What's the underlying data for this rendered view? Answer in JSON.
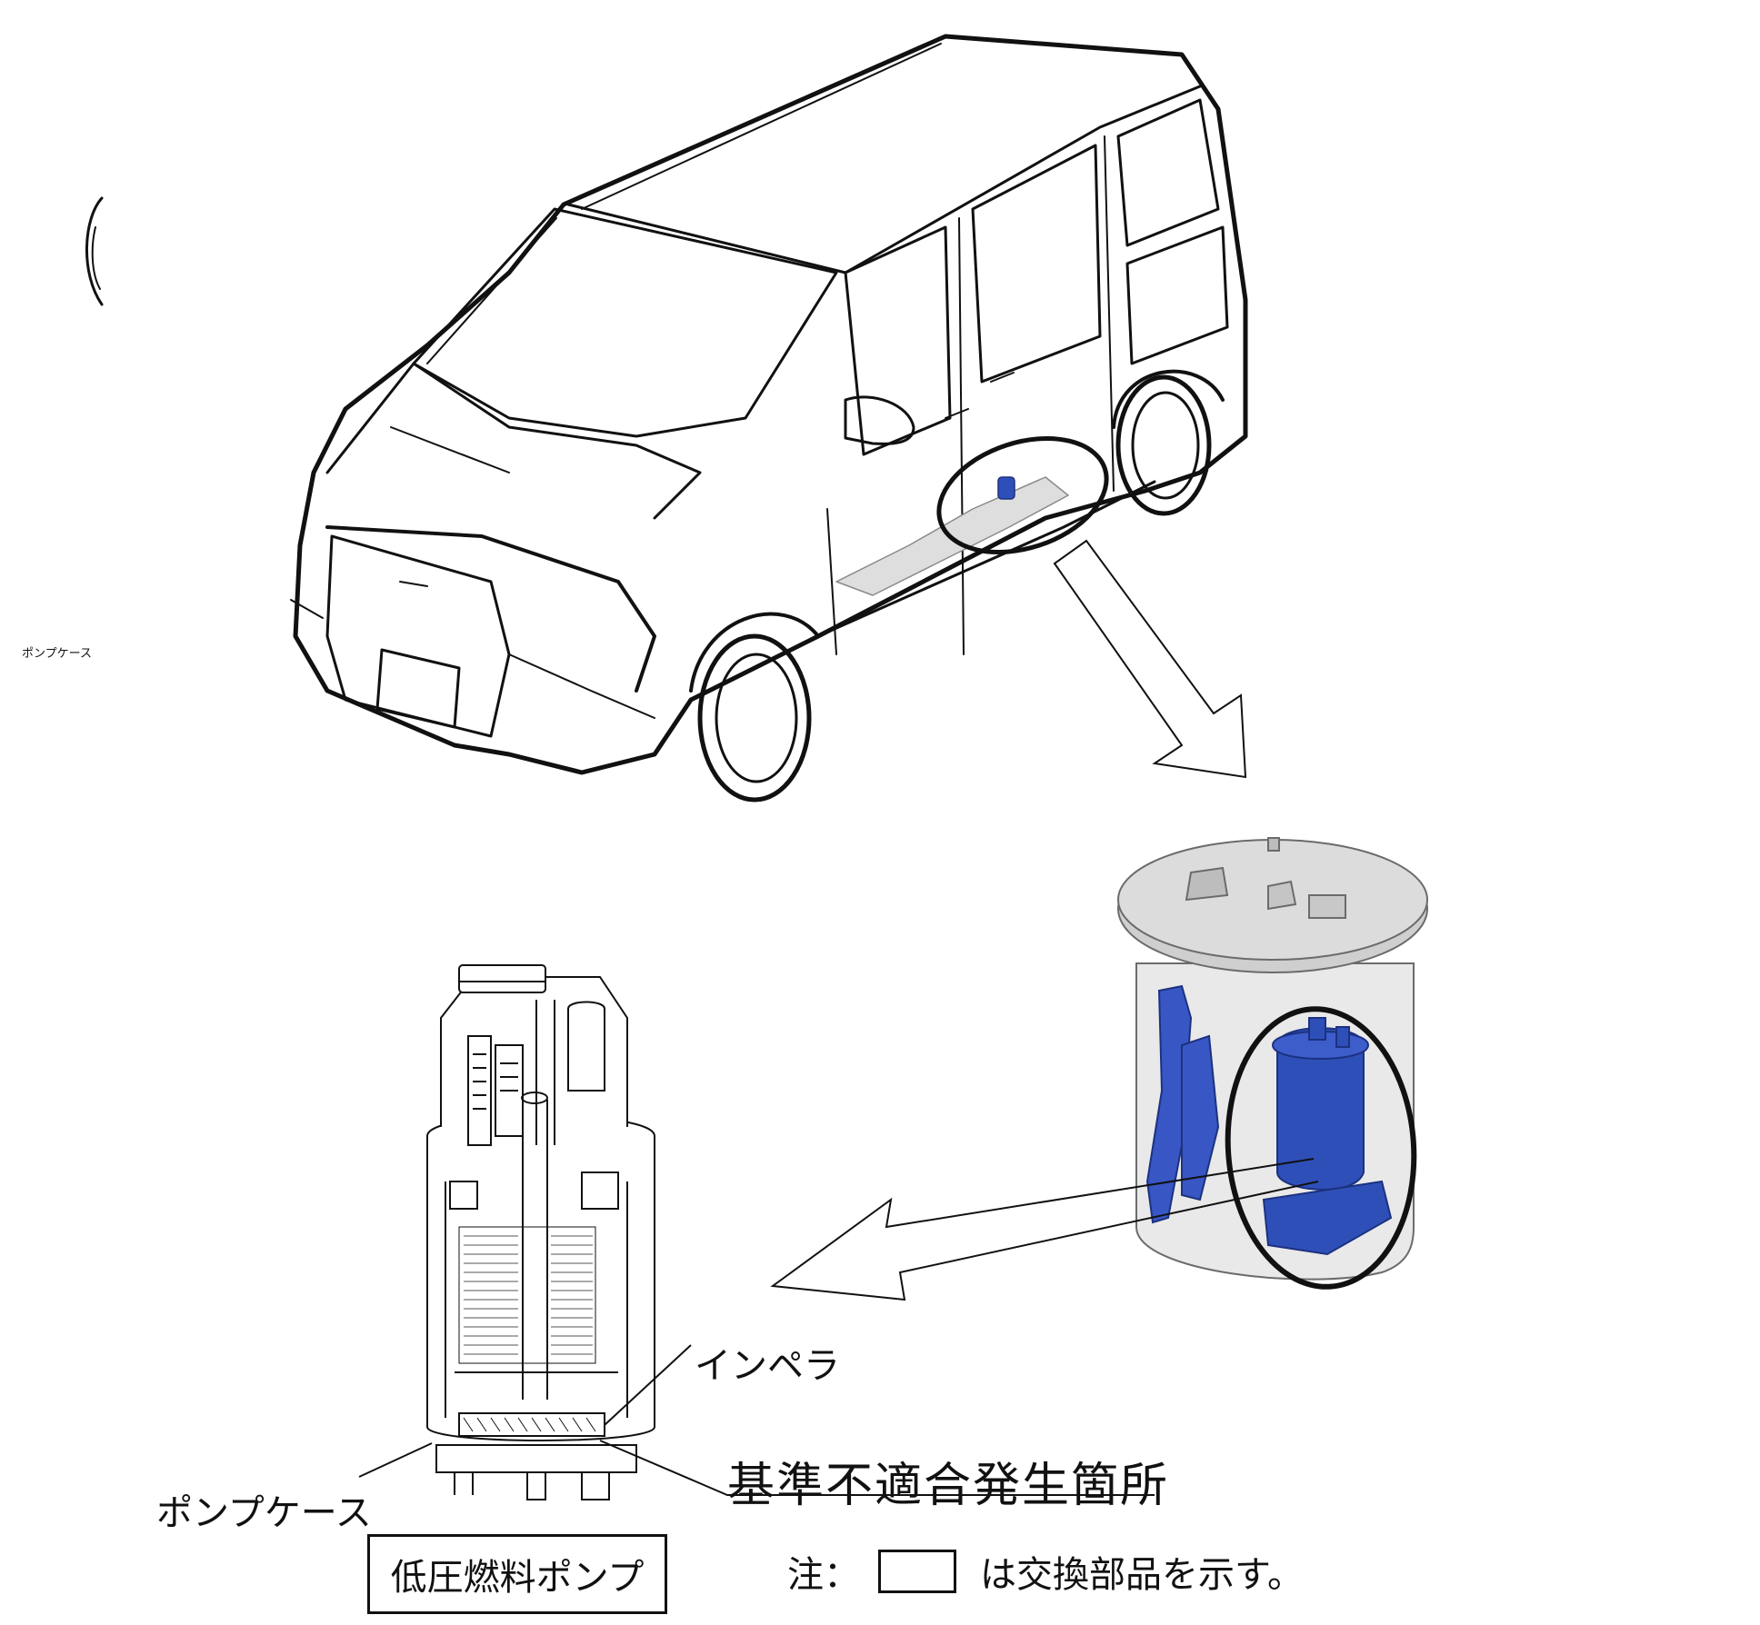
{
  "labels": {
    "impeller": "インペラ",
    "pump_case": "ポンプケース",
    "nonconformity_location": "基準不適合発生箇所",
    "side_stub": "ポンプケース"
  },
  "replacement_part": "低圧燃料ポンプ",
  "note": {
    "prefix": "注：",
    "suffix": "は交換部品を示す。"
  },
  "colors": {
    "line": "#111111",
    "part_highlight": "#2f4fb8",
    "module_gray": "#c9c9c9"
  }
}
